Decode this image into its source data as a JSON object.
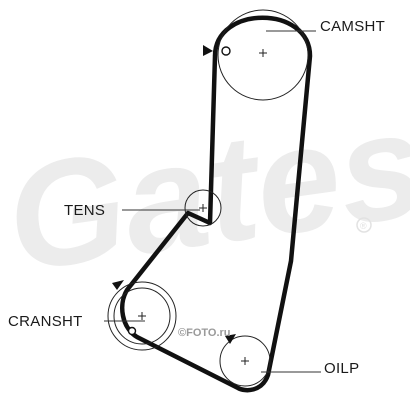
{
  "labels": {
    "camshaft": "CAMSHT",
    "tensioner": "TENS",
    "crankshaft": "CRANSHT",
    "oil_pump": "OILP"
  },
  "watermark": {
    "brand": "Gates",
    "registered_mark": "®",
    "site": "©FOTO.ru"
  },
  "colors": {
    "belt": "#111111",
    "pulley": "#222222",
    "leader": "#333333",
    "watermark": "#e6e6e6",
    "site_watermark": "#9a9a9a"
  },
  "icons": {
    "camshaft_marker": "timing-triangle-icon",
    "crankshaft_marker": "timing-triangle-icon",
    "oil_pump_marker": "timing-triangle-icon"
  }
}
